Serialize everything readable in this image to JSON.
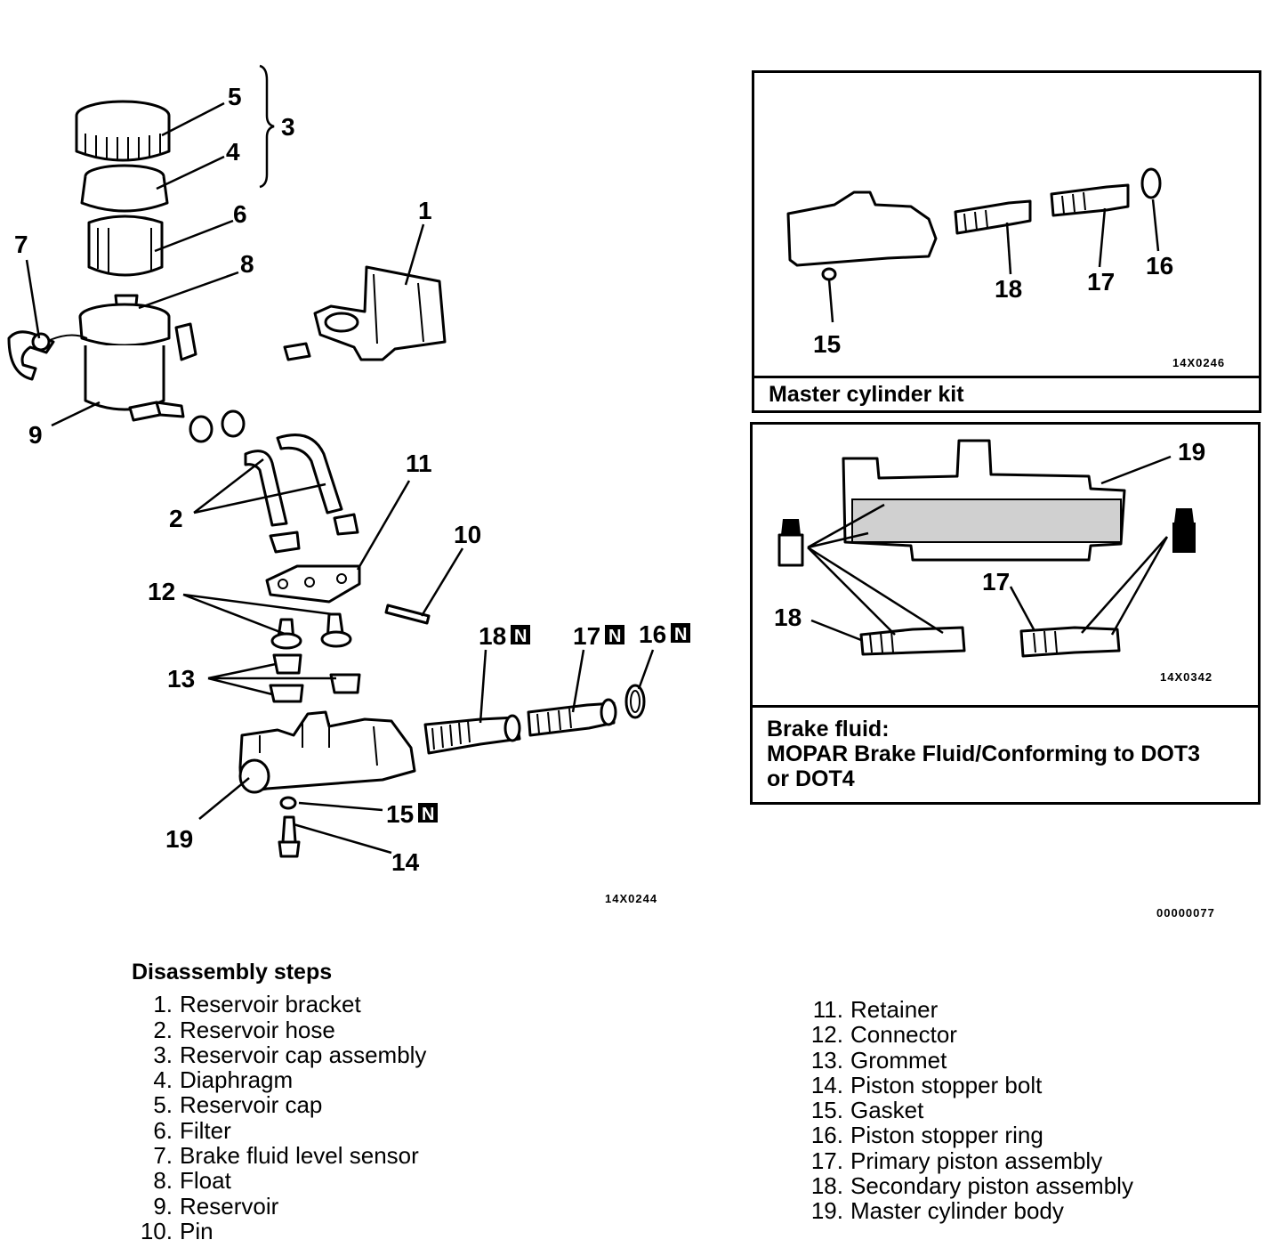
{
  "main_diagram": {
    "callouts": [
      "5",
      "3",
      "4",
      "6",
      "7",
      "8",
      "1",
      "9",
      "2",
      "11",
      "10",
      "12",
      "18",
      "17",
      "16",
      "13",
      "15",
      "19",
      "14"
    ],
    "new_part_badge": "N",
    "figure_code": "14X0244"
  },
  "kit_box": {
    "callouts": [
      "18",
      "17",
      "16",
      "15"
    ],
    "figure_code": "14X0246",
    "caption": "Master cylinder kit"
  },
  "fluid_box": {
    "callouts": [
      "19",
      "17",
      "18"
    ],
    "figure_code": "14X0342",
    "caption_line1": "Brake fluid:",
    "caption_line2": "MOPAR Brake Fluid/Conforming to DOT3",
    "caption_line3": "or DOT4"
  },
  "page_code": "00000077",
  "steps": {
    "heading": "Disassembly steps",
    "left": [
      {
        "num": "1.",
        "text": "Reservoir bracket"
      },
      {
        "num": "2.",
        "text": "Reservoir hose"
      },
      {
        "num": "3.",
        "text": "Reservoir cap assembly"
      },
      {
        "num": "4.",
        "text": "Diaphragm"
      },
      {
        "num": "5.",
        "text": "Reservoir cap"
      },
      {
        "num": "6.",
        "text": "Filter"
      },
      {
        "num": "7.",
        "text": "Brake fluid level sensor"
      },
      {
        "num": "8.",
        "text": "Float"
      },
      {
        "num": "9.",
        "text": "Reservoir"
      },
      {
        "num": "10.",
        "text": "Pin"
      }
    ],
    "right": [
      {
        "num": "11.",
        "text": "Retainer"
      },
      {
        "num": "12.",
        "text": "Connector"
      },
      {
        "num": "13.",
        "text": "Grommet"
      },
      {
        "num": "14.",
        "text": "Piston stopper bolt"
      },
      {
        "num": "15.",
        "text": "Gasket"
      },
      {
        "num": "16.",
        "text": "Piston stopper ring"
      },
      {
        "num": "17.",
        "text": "Primary piston assembly"
      },
      {
        "num": "18.",
        "text": "Secondary piston assembly"
      },
      {
        "num": "19.",
        "text": "Master cylinder body"
      }
    ]
  }
}
